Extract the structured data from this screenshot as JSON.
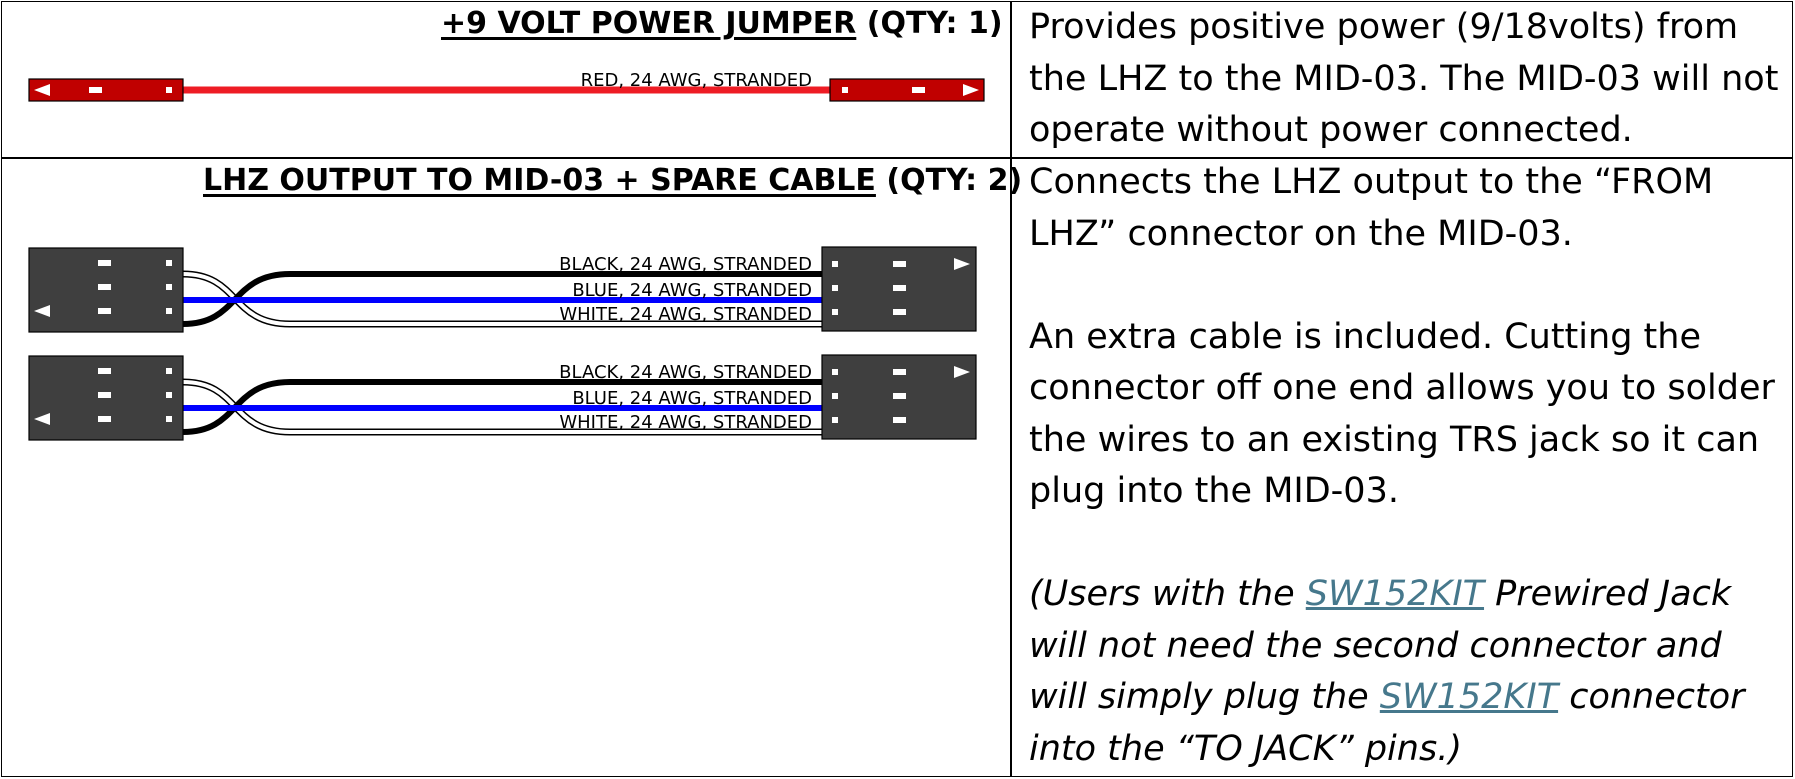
{
  "power_jumper": {
    "title": "+9 VOLT POWER JUMPER",
    "qty": "(QTY: 1)",
    "wire_label": "RED, 24 AWG, STRANDED",
    "wire_color": "#ee1c24",
    "connector_color": "#c00000",
    "description": "Provides positive power (9/18volts) from the LHZ to the MID-03. The MID-03 will not operate without power connected."
  },
  "output_cable": {
    "title": "LHZ OUTPUT TO MID-03 + SPARE CABLE",
    "qty": "(QTY: 2)",
    "connector_color": "#3f3f3f",
    "wires": [
      {
        "label": "BLACK, 24 AWG, STRANDED",
        "color": "#000000"
      },
      {
        "label": "BLUE,   24 AWG, STRANDED",
        "color": "#0000ff"
      },
      {
        "label": "WHITE, 24 AWG, STRANDED",
        "color": "#ffffff"
      }
    ],
    "desc_p1": "Connects the LHZ output to the “FROM LHZ” connector on the MID-03.",
    "desc_p2": "An extra cable is included. Cutting the connector off one end allows you to solder the wires to an existing TRS jack so it can plug into the MID-03.",
    "note": {
      "t1": "(Users with the ",
      "link": "SW152KIT",
      "t2": " Prewired Jack will not need the second connector and will simply plug the ",
      "t3": " connector into the “TO JACK” pins.)"
    },
    "link_color": "#46788c"
  }
}
